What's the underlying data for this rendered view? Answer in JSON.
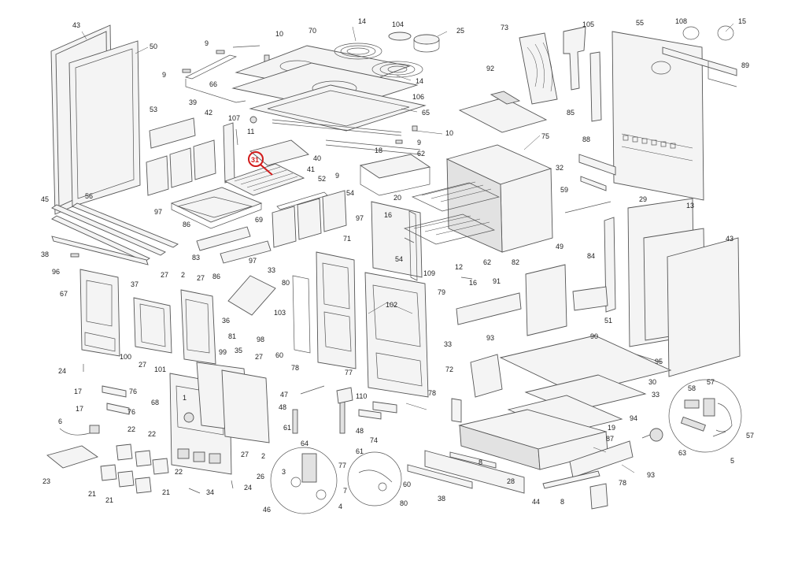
{
  "highlight": {
    "label": "31",
    "color": "#d11a1a"
  },
  "labels": {
    "l43a": "43",
    "l50": "50",
    "l9a": "9",
    "l10a": "10",
    "l70": "70",
    "l14a": "14",
    "l104": "104",
    "l25": "25",
    "l9b": "9",
    "l66": "66",
    "l39": "39",
    "l14b": "14",
    "l106": "106",
    "l107": "107",
    "l65": "65",
    "l10b": "10",
    "l53": "53",
    "l42": "42",
    "l11": "11",
    "l9c": "9",
    "l40": "40",
    "l41": "41",
    "l9d": "9",
    "l18": "18",
    "l62a": "62",
    "l97a": "97",
    "l52": "52",
    "l69": "69",
    "l54a": "54",
    "l97b": "97",
    "l20": "20",
    "l75": "75",
    "l73": "73",
    "l105": "105",
    "l55": "55",
    "l108": "108",
    "l15": "15",
    "l89": "89",
    "l92": "92",
    "l85": "85",
    "l88": "88",
    "l32": "32",
    "l59": "59",
    "l29a": "29",
    "l45": "45",
    "l56": "56",
    "l86a": "86",
    "l83": "83",
    "l38a": "38",
    "l96": "96",
    "l97c": "97",
    "l71": "71",
    "l16a": "16",
    "l54b": "54",
    "l109": "109",
    "l12": "12",
    "l62b": "62",
    "l16b": "16",
    "l82": "82",
    "l49": "49",
    "l84": "84",
    "l13": "13",
    "l43b": "43",
    "l33a": "33",
    "l80": "80",
    "l86b": "86",
    "l67": "67",
    "l37": "37",
    "l27a": "27",
    "l2a": "2",
    "l27b": "27",
    "l36": "36",
    "l81": "81",
    "l103": "103",
    "l102": "102",
    "l79": "79",
    "l91": "91",
    "l51": "51",
    "l90": "90",
    "l95": "95",
    "l98": "98",
    "l60a": "60",
    "l100": "100",
    "l27c": "27",
    "l101": "101",
    "l99": "99",
    "l35": "35",
    "l27d": "27",
    "l78a": "78",
    "l77a": "77",
    "l33b": "33",
    "l72": "72",
    "l93a": "93",
    "l24a": "24",
    "l17a": "17",
    "l76a": "76",
    "l17b": "17",
    "l76b": "76",
    "l68": "68",
    "l1": "1",
    "l47": "47",
    "l110": "110",
    "l48a": "48",
    "l48b": "48",
    "l74": "74",
    "l78b": "78",
    "l30": "30",
    "l33c": "33",
    "l58": "58",
    "l57a": "57",
    "l94": "94",
    "l6": "6",
    "l22a": "22",
    "l22b": "22",
    "l61a": "61",
    "l61b": "61",
    "l19": "19",
    "l87": "87",
    "l27e": "27",
    "l2b": "2",
    "l64": "64",
    "l63": "63",
    "l57b": "57",
    "l5": "5",
    "l23": "23",
    "l22c": "22",
    "l77b": "77",
    "l26": "26",
    "l3": "3",
    "l8a": "8",
    "l28": "28",
    "l93b": "93",
    "l21a": "21",
    "l21b": "21",
    "l21c": "21",
    "l34": "34",
    "l24b": "24",
    "l60b": "60",
    "l7": "7",
    "l78c": "78",
    "l46": "46",
    "l4": "4",
    "l80b": "80",
    "l38b": "38",
    "l44": "44",
    "l8b": "8"
  }
}
